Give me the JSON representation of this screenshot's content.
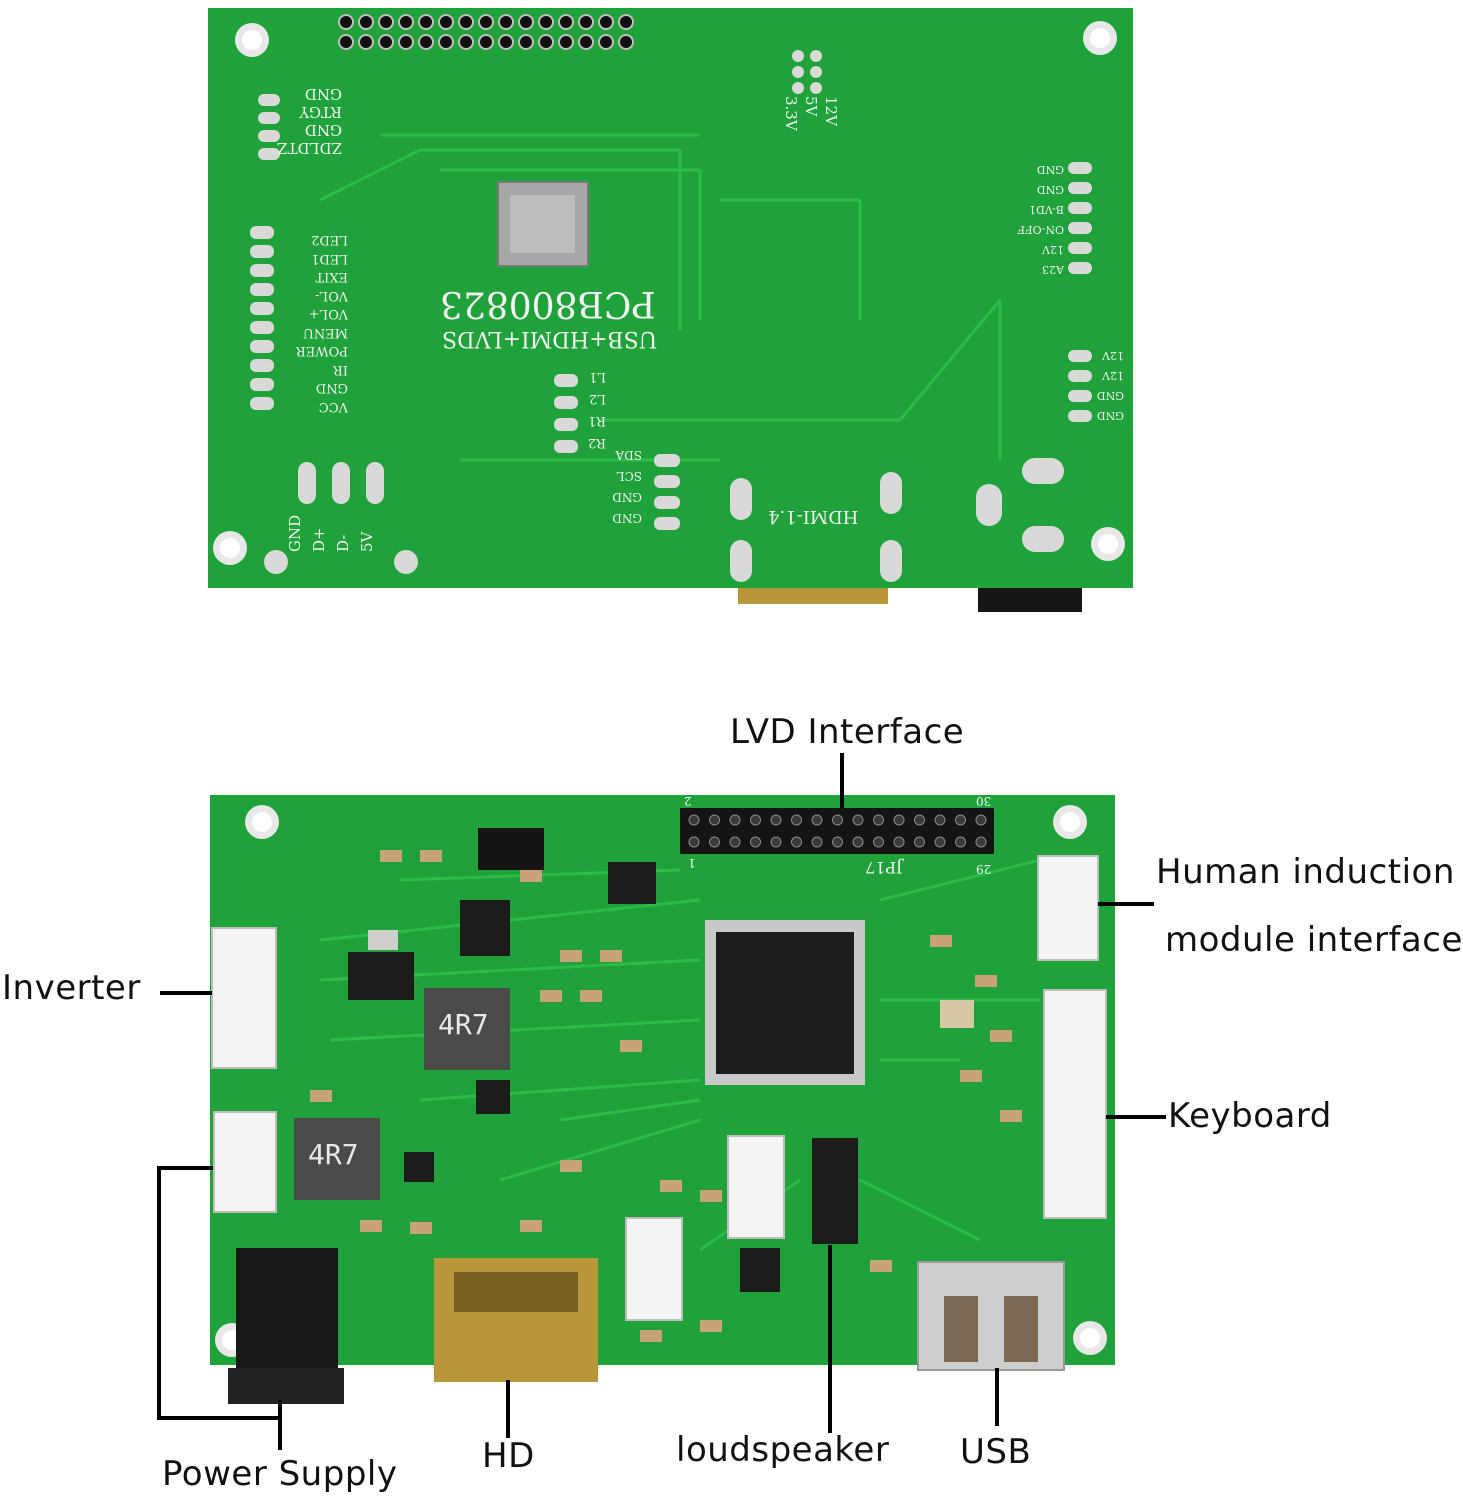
{
  "colors": {
    "pcb_green": "#1fa23a",
    "pcb_dark": "#15822b",
    "trace": "#2bbd48",
    "pad": "#d9d9d9",
    "chip": "#1c1c1c",
    "connector_white": "#f4f4f2",
    "gold": "#b8963a",
    "label": "#111111",
    "leader": "#000000"
  },
  "top_board": {
    "model": "PCB800823",
    "description": "USB+HDMI+LVDS",
    "hdmi_label": "HDMI-1.4",
    "left_upper_pins": [
      "GND",
      "RTGY",
      "GND",
      "ZDLDTZ"
    ],
    "left_pins": [
      "LED2",
      "LED1",
      "EXIT",
      "VOL-",
      "VOL+",
      "MENU",
      "POWER",
      "IR",
      "GND",
      "VCC"
    ],
    "usb_pins": [
      "GND",
      "D+",
      "D-",
      "5V"
    ],
    "i2c_pins": [
      "SDA",
      "SCL",
      "GND",
      "GND"
    ],
    "small_labels": [
      "L1",
      "L2",
      "R1",
      "R2"
    ],
    "voltage_pins": [
      "3.3V",
      "5V",
      "12V"
    ],
    "right_upper_pins": [
      "GND",
      "GND",
      "B-VD1",
      "ON-OFF",
      "12V",
      "A23"
    ],
    "right_lower_pins": [
      "12V",
      "12V",
      "GND",
      "GND"
    ]
  },
  "bottom_board": {
    "jp_label": "JP17",
    "inductor_1": "4R7",
    "inductor_2": "4R7",
    "header_start": "2",
    "header_end": "30",
    "header_row2_start": "1",
    "header_row2_end": "29"
  },
  "callouts": {
    "lvd": "LVD Interface",
    "human_1": "Human induction",
    "human_2": "module interface",
    "inverter": "Inverter",
    "keyboard": "Keyboard",
    "power": "Power Supply",
    "hd": "HD",
    "speaker": "loudspeaker",
    "usb": "USB"
  }
}
